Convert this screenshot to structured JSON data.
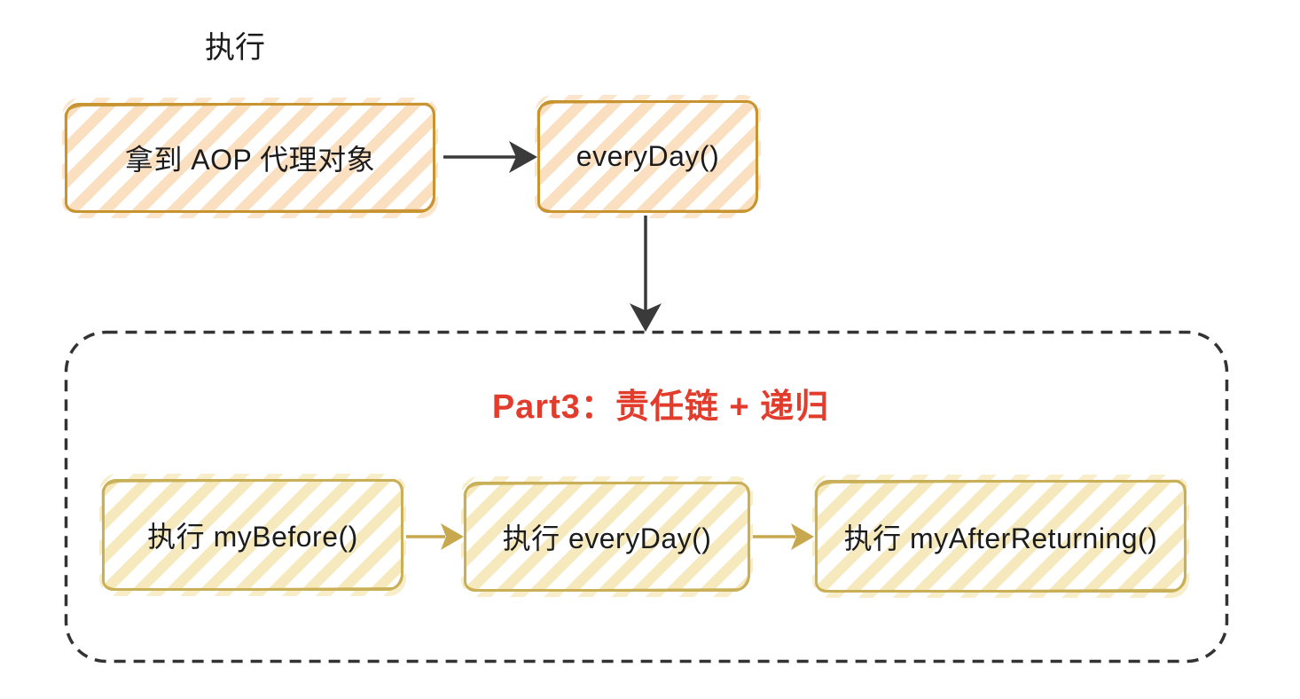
{
  "exec_label": "执行",
  "part3_title": "Part3：责任链 + 递归",
  "nodes": {
    "aop_proxy": {
      "label": "拿到 AOP 代理对象"
    },
    "every_day": {
      "label": "everyDay()"
    },
    "exec_my_before": {
      "label": "执行 myBefore()"
    },
    "exec_every_day": {
      "label": "执行 everyDay()"
    },
    "exec_my_after_ret": {
      "label": "执行 myAfterReturning()"
    }
  },
  "colors": {
    "top_box_border": "#C79431",
    "top_box_hatch": "#FADFC0",
    "bottom_box_border": "#C9B058",
    "bottom_box_hatch": "#F6E9BD",
    "dark_arrow": "#3A3A3A",
    "gold_arrow": "#C8A84E",
    "part3_red": "#E23C2C",
    "dashed_border": "#333333"
  }
}
